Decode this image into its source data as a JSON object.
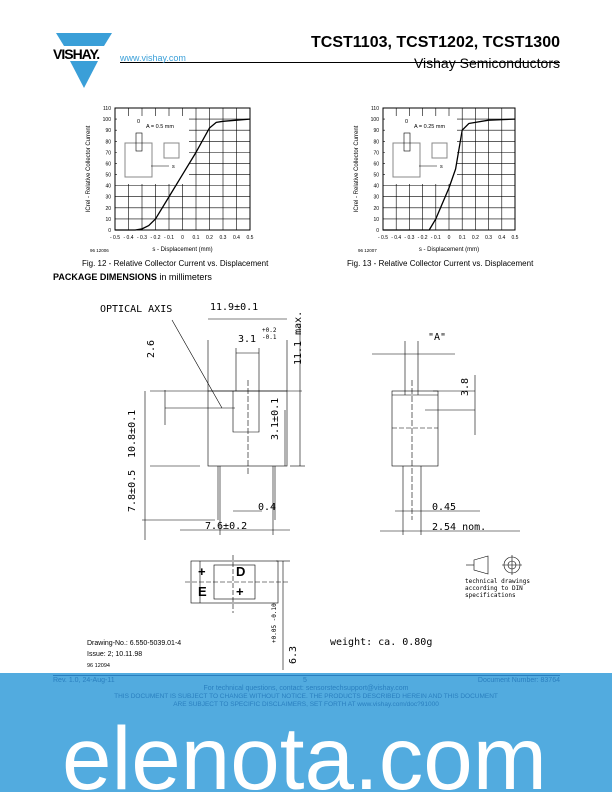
{
  "header": {
    "logo_text": "VISHAY.",
    "title": "TCST1103, TCST1202, TCST1300",
    "url": "www.vishay.com",
    "subtitle": "Vishay Semiconductors"
  },
  "chart_data": [
    {
      "type": "line",
      "title": "Fig. 12 - Relative Collector Current vs. Displacement",
      "xlabel": "s - Displacement (mm)",
      "ylabel": "ICrel - Relative Collector Current",
      "xlim": [
        -0.5,
        0.5
      ],
      "ylim": [
        0,
        110
      ],
      "grid": true,
      "figure_id": "96 12006",
      "inset_label": "A = 0.5 mm",
      "inset_marks": [
        "0",
        "s"
      ],
      "x": [
        -0.5,
        -0.4,
        -0.35,
        -0.3,
        -0.25,
        -0.2,
        -0.1,
        0,
        0.1,
        0.2,
        0.25,
        0.3,
        0.4,
        0.5
      ],
      "y": [
        0,
        0,
        0,
        1,
        4,
        10,
        30,
        50,
        70,
        92,
        97,
        98,
        99,
        100
      ],
      "xticks": [
        "- 0.5",
        "- 0.4",
        "- 0.3",
        "- 0.2",
        "- 0.1",
        "0",
        "0.1",
        "0.2",
        "0.3",
        "0.4",
        "0.5"
      ],
      "yticks": [
        "0",
        "10",
        "20",
        "30",
        "40",
        "50",
        "60",
        "70",
        "80",
        "90",
        "100",
        "110"
      ]
    },
    {
      "type": "line",
      "title": "Fig. 13 - Relative Collector Current vs. Displacement",
      "xlabel": "s - Displacement (mm)",
      "ylabel": "ICrel - Relative Collector Current",
      "xlim": [
        -0.5,
        0.5
      ],
      "ylim": [
        0,
        110
      ],
      "grid": true,
      "figure_id": "96 12007",
      "inset_label": "A = 0.25 mm",
      "inset_marks": [
        "0",
        "s"
      ],
      "x": [
        -0.5,
        -0.2,
        -0.15,
        -0.1,
        0,
        0.05,
        0.1,
        0.15,
        0.2,
        0.3,
        0.5
      ],
      "y": [
        0,
        0,
        0,
        10,
        38,
        55,
        90,
        96,
        97,
        99,
        100
      ],
      "xticks": [
        "- 0.5",
        "- 0.4",
        "- 0.3",
        "- 0.2",
        "- 0.1",
        "0",
        "0.1",
        "0.2",
        "0.3",
        "0.4",
        "0.5"
      ],
      "yticks": [
        "0",
        "10",
        "20",
        "30",
        "40",
        "50",
        "60",
        "70",
        "80",
        "90",
        "100",
        "110"
      ]
    }
  ],
  "package": {
    "heading": "PACKAGE DIMENSIONS",
    "heading_unit": "in millimeters",
    "labels": {
      "optical_axis": "OPTICAL AXIS",
      "w119": "11.9±0.1",
      "w31": "3.1",
      "w31_tol_plus": "+0.2",
      "w31_tol_minus": "-0.1",
      "h111": "11.1 max.",
      "h26": "2.6",
      "h108": "10.8±0.1",
      "h31": "3.1±0.1",
      "h78": "7.8±0.5",
      "d04": "0.4",
      "w76": "7.6±0.2",
      "a": "\"A\"",
      "h38": "3.8",
      "d045": "0.45",
      "p254": "2.54 nom.",
      "pin_plus1": "+",
      "pin_d": "D",
      "pin_e": "E",
      "pin_plus2": "+",
      "h63": "6.3",
      "h63_tol": "+0.05 -0.10",
      "din": "technical drawings according to DIN specifications",
      "weight": "weight: ca. 0.80g"
    },
    "drawing_no": "Drawing-No.: 6.550-5039.01-4",
    "issue": "Issue: 2; 10.11.98",
    "figure_id": "96 12094"
  },
  "footer": {
    "watermark": "elenota.com",
    "rev": "Rev. 1.0, 24-Aug-11",
    "page": "5",
    "doc_number": "Document Number: 83764",
    "contact": "For technical questions, contact: sensorstechsupport@vishay.com",
    "disclaimer1": "THIS DOCUMENT IS SUBJECT TO CHANGE WITHOUT NOTICE. THE PRODUCTS DESCRIBED HEREIN AND THIS DOCUMENT",
    "disclaimer2": "ARE SUBJECT TO SPECIFIC DISCLAIMERS, SET FORTH AT www.vishay.com/doc?91000"
  },
  "colors": {
    "brand": "#3a9fd8",
    "band": "#52abdf"
  }
}
